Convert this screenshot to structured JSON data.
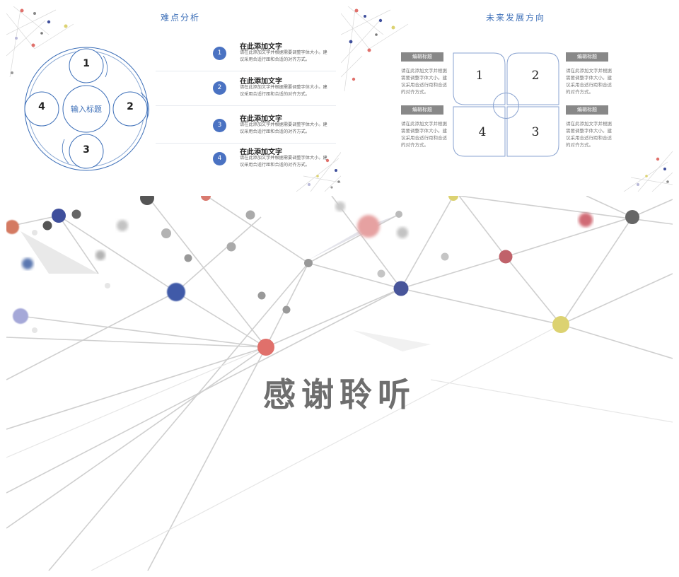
{
  "slide_left": {
    "title": "难点分析",
    "center_label": "输入标题",
    "circle_numbers": [
      "1",
      "2",
      "3",
      "4"
    ],
    "items": [
      {
        "num": "1",
        "title": "在此添加文字",
        "desc": "请在此添加文字并根据需要调整字体大小。建议采用合适行距和合适的对齐方式。"
      },
      {
        "num": "2",
        "title": "在此添加文字",
        "desc": "请在此添加文字并根据需要调整字体大小。建议采用合适行距和合适的对齐方式。"
      },
      {
        "num": "3",
        "title": "在此添加文字",
        "desc": "请在此添加文字并根据需要调整字体大小。建议采用合适行距和合适的对齐方式。"
      },
      {
        "num": "4",
        "title": "在此添加文字",
        "desc": "请在此添加文字并根据需要调整字体大小。建议采用合适行距和合适的对齐方式。"
      }
    ]
  },
  "slide_right": {
    "title": "未来发展方向",
    "quadrant_numbers": [
      "1",
      "2",
      "4",
      "3"
    ],
    "boxes": [
      {
        "label": "编辑标题",
        "desc": "请在此添加文字并根据需要调整字体大小。建议采用合适行距和合适的对齐方式。"
      },
      {
        "label": "编辑标题",
        "desc": "请在此添加文字并根据需要调整字体大小。建议采用合适行距和合适的对齐方式。"
      },
      {
        "label": "编辑标题",
        "desc": "请在此添加文字并根据需要调整字体大小。建议采用合适行距和合适的对齐方式。"
      },
      {
        "label": "编辑标题",
        "desc": "请在此添加文字并根据需要调整字体大小。建议采用合适行距和合适的对齐方式。"
      }
    ]
  },
  "slide_thanks": {
    "text": "感谢聆听"
  },
  "colors": {
    "accent_blue": "#3d6fb8",
    "dot_blue": "#4a72c2",
    "label_gray": "#888888",
    "node_red": "#e0706b",
    "node_navy": "#3f4f9c",
    "node_yellow": "#dcd271"
  }
}
